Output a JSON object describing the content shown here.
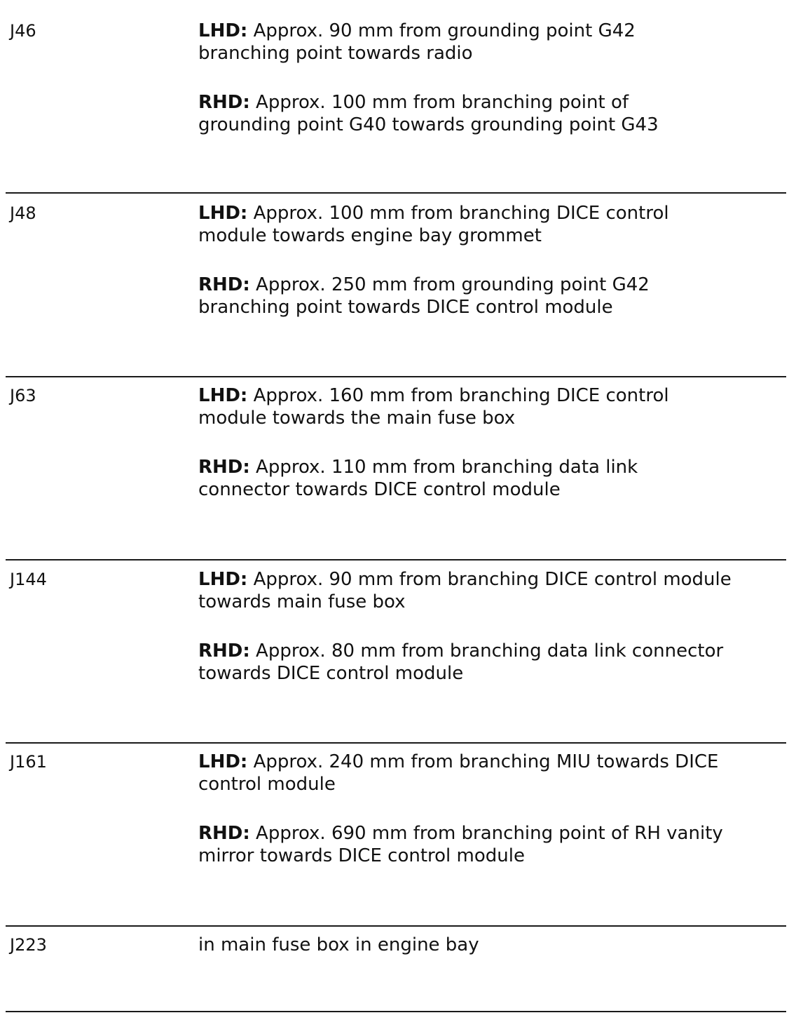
{
  "rows": [
    {
      "code": "J46",
      "lhd_label": "LHD:",
      "lhd_text": " Approx. 90 mm from grounding point G42 branching point towards radio",
      "rhd_label": "RHD:",
      "rhd_text": " Approx. 100 mm from branching point of grounding point G40 towards grounding point G43"
    },
    {
      "code": "J48",
      "lhd_label": "LHD:",
      "lhd_text": " Approx. 100 mm from branching DICE control module towards engine bay grommet",
      "rhd_label": "RHD:",
      "rhd_text": " Approx. 250 mm from grounding point G42 branching point towards DICE control module"
    },
    {
      "code": "J63",
      "lhd_label": "LHD:",
      "lhd_text": " Approx. 160 mm from branching DICE control module towards the main fuse box",
      "rhd_label": "RHD:",
      "rhd_text": " Approx. 110 mm from branching data link connector towards DICE control module"
    },
    {
      "code": "J144",
      "lhd_label": "LHD:",
      "lhd_text": " Approx. 90 mm from branching DICE control module towards main fuse box",
      "rhd_label": "RHD:",
      "rhd_text": " Approx. 80 mm from branching data link connector towards DICE control module"
    },
    {
      "code": "J161",
      "lhd_label": "LHD:",
      "lhd_text": " Approx. 240 mm from branching MIU towards DICE control module",
      "rhd_label": "RHD:",
      "rhd_text": " Approx. 690 mm from branching point of RH vanity mirror towards DICE control module"
    },
    {
      "code": "J223",
      "text": "in main fuse box in engine bay"
    }
  ]
}
